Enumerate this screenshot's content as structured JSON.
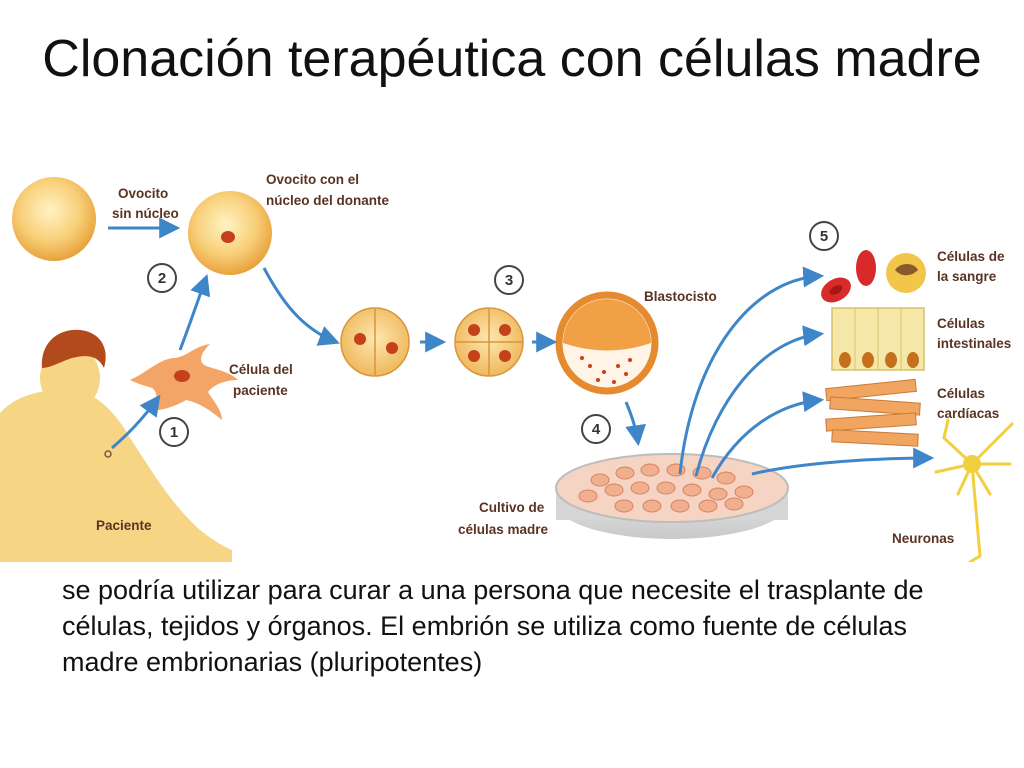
{
  "slide": {
    "title": "Clonación terapéutica con células madre",
    "body": "se podría utilizar para curar a una persona que necesite el trasplante de células, tejidos y órganos. El embrión se utiliza como fuente de células madre embrionarias (pluripotentes)"
  },
  "diagram": {
    "labels": {
      "oocyte_no_nucleus_1": "Ovocito",
      "oocyte_no_nucleus_2": "sin núcleo",
      "oocyte_donor_1": "Ovocito con el",
      "oocyte_donor_2": "núcleo del donante",
      "patient_cell_1": "Célula del",
      "patient_cell_2": "paciente",
      "patient": "Paciente",
      "blastocyst": "Blastocisto",
      "culture_1": "Cultivo de",
      "culture_2": "células madre",
      "blood_1": "Células de",
      "blood_2": "la sangre",
      "intestinal_1": "Células",
      "intestinal_2": "intestinales",
      "cardiac_1": "Células",
      "cardiac_2": "cardíacas",
      "neurons": "Neuronas"
    },
    "steps": [
      "1",
      "2",
      "3",
      "4",
      "5"
    ]
  },
  "colors": {
    "arrow": "#3f86c9",
    "label": "#5a3322",
    "cell_fill": "#f7c56c",
    "nucleus": "#c4411c",
    "skin": "#f3d07c"
  }
}
